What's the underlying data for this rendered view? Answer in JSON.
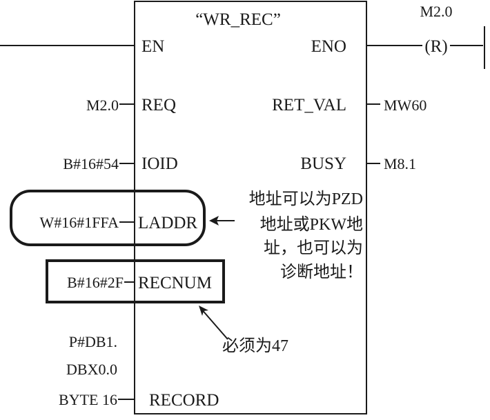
{
  "block": {
    "title": "“WR_REC”",
    "inputs": {
      "en": "EN",
      "req": "REQ",
      "ioid": "IOID",
      "laddr": "LADDR",
      "recnum": "RECNUM",
      "record": "RECORD"
    },
    "outputs": {
      "eno": "ENO",
      "ret_val": "RET_VAL",
      "busy": "BUSY"
    }
  },
  "params": {
    "req": "M2.0",
    "ioid": "B#16#54",
    "laddr": "W#16#1FFA",
    "recnum": "B#16#2F",
    "record_line1": "P#DB1.",
    "record_line2": "DBX0.0",
    "record_line3": "BYTE 16",
    "ret_val": "MW60",
    "busy": "M8.1"
  },
  "coil": {
    "address": "M2.0",
    "type": "(R)"
  },
  "annotations": {
    "laddr_note": [
      "地址可以为PZD",
      "地址或PKW地",
      "址，也可以为",
      "诊断地址！"
    ],
    "recnum_note": "必须为47"
  }
}
